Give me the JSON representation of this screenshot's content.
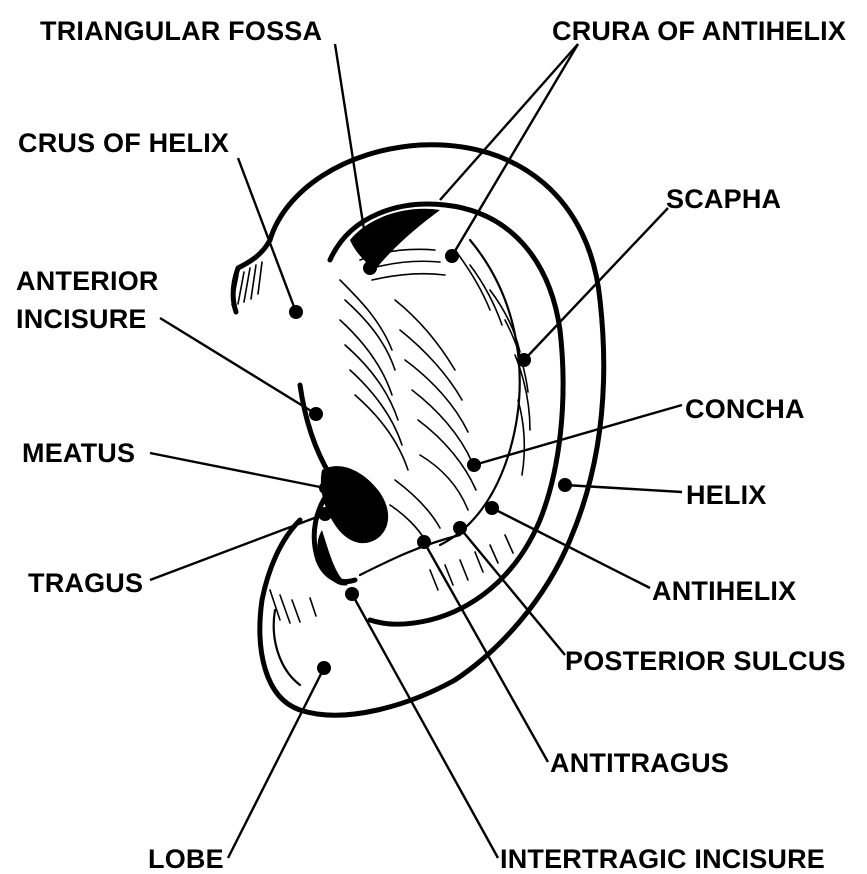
{
  "labels": {
    "triangular_fossa": "TRIANGULAR FOSSA",
    "crura_of_antihelix": "CRURA OF ANTIHELIX",
    "crus_of_helix": "CRUS OF HELIX",
    "scapha": "SCAPHA",
    "anterior_incisure_line1": "ANTERIOR",
    "anterior_incisure_line2": "INCISURE",
    "concha": "CONCHA",
    "meatus": "MEATUS",
    "helix": "HELIX",
    "tragus": "TRAGUS",
    "antihelix": "ANTIHELIX",
    "posterior_sulcus": "POSTERIOR SULCUS",
    "antitragus": "ANTITRAGUS",
    "lobe": "LOBE",
    "intertragic_incisure": "INTERTRAGIC INCISURE"
  }
}
